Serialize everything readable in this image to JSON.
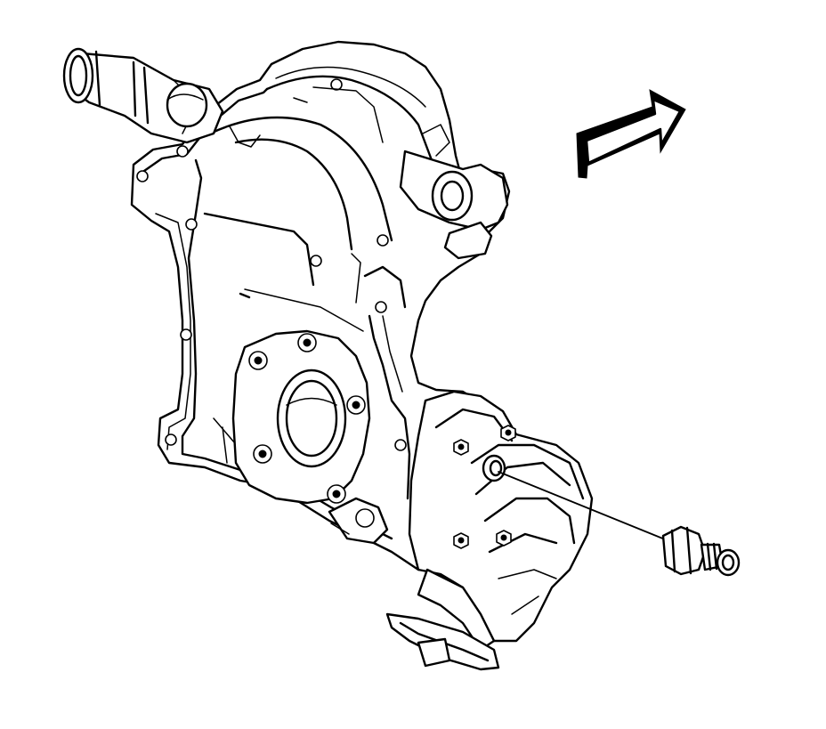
{
  "figure": {
    "background": "#ffffff",
    "line_color": "#000000",
    "components": [
      "engine-front-cover",
      "coolant-outlet",
      "oil-pump-opening",
      "oil-pump-pickup-tube",
      "oil-pressure-sensor"
    ],
    "indicator": "front-of-vehicle-arrow",
    "arrow_direction": "up-right"
  }
}
